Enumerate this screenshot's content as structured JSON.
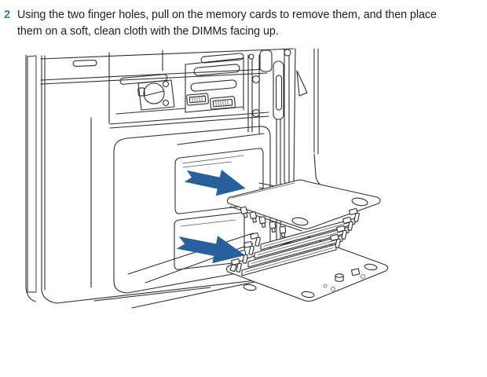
{
  "page": {
    "background": "#ffffff",
    "step": {
      "number": "2",
      "number_color": "#3b75b7",
      "text_color": "#1e1e1e",
      "line1": "Using the two finger holes, pull on the memory cards to remove them, and then place",
      "line2": "them on a soft, clean cloth with the DIMMs facing up."
    },
    "illustration": {
      "description": "Line drawing of an open Mac Pro tower; two memory riser cards slide out of the memory cage toward the right, indicated by two blue pull arrows. Upper card shown flat side up with finger holes; lower card shown with four DIMM slots and ejector clips facing up.",
      "line_color": "#2e2e2e",
      "arrow_color": "#28609e",
      "elements": [
        "front-bezel-grille",
        "optical-drive-bay",
        "pci-bracket-slots",
        "locking-thumbscrew",
        "card-connectors",
        "memory-cage",
        "card-bay-opening-top",
        "card-bay-opening-bottom",
        "side-frame-latch",
        "upper-memory-card",
        "lower-memory-card-dimm-slots",
        "pull-arrow-top",
        "pull-arrow-bottom"
      ]
    }
  }
}
